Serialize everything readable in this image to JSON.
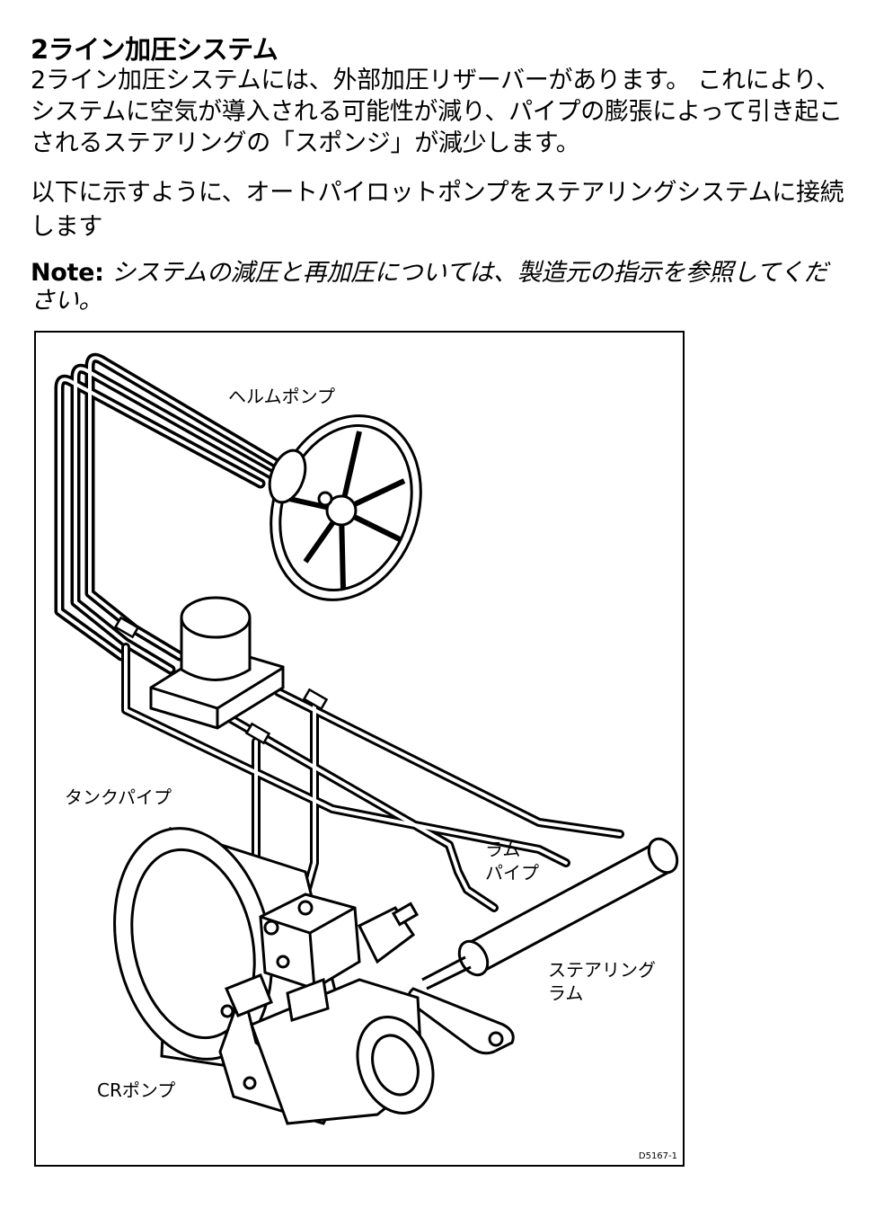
{
  "section": {
    "heading": "2ライン加圧システム",
    "paragraph1": "2ライン加圧システムには、外部加圧リザーバーがあります。 これにより、システムに空気が導入される可能性が減り、パイプの膨張によって引き起こされるステアリングの「スポンジ」が減少します。",
    "paragraph2": "以下に示すように、オートパイロットポンプをステアリングシステムに接続します",
    "note_label": "Note:",
    "note_text": "システムの減圧と再加圧については、製造元の指示を参照してください。"
  },
  "figure": {
    "labels": {
      "helm_pump": "ヘルムポンプ",
      "tank_pipe": "タンクパイプ",
      "ram_pipe_line1": "ラム",
      "ram_pipe_line2": "パイプ",
      "steering_ram_line1": "ステアリング",
      "steering_ram_line2": "ラム",
      "cr_pump": "CRポンプ"
    },
    "drawing_code": "D5167-1"
  }
}
